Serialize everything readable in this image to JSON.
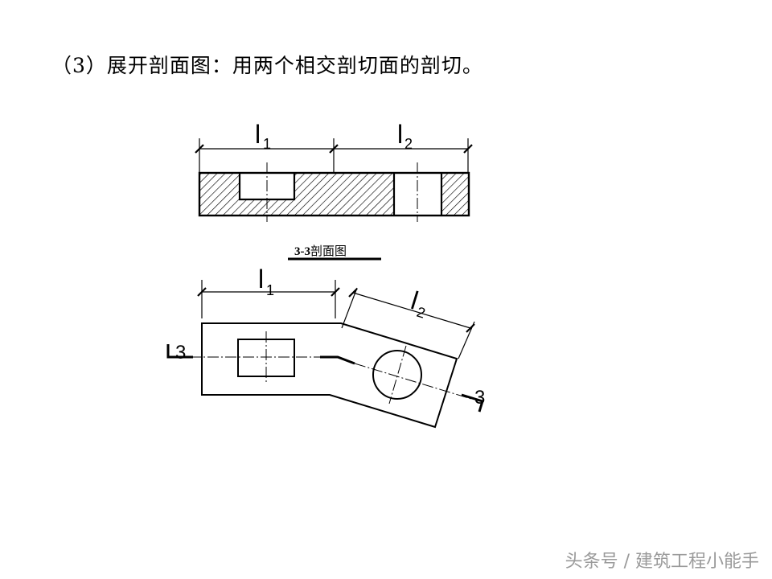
{
  "heading": "（3）展开剖面图：用两个相交剖切面的剖切。",
  "section_view": {
    "dim1_label": "l",
    "dim1_sub": "1",
    "dim2_label": "l",
    "dim2_sub": "2",
    "caption_prefix": "3-3",
    "caption_text": "剖面图"
  },
  "plan_view": {
    "dim1_label": "l",
    "dim1_sub": "1",
    "dim2_label": "l",
    "dim2_sub": "2",
    "cut_mark_left": "3",
    "cut_mark_right": "3"
  },
  "watermark": "头条号 / 建筑工程小能手"
}
